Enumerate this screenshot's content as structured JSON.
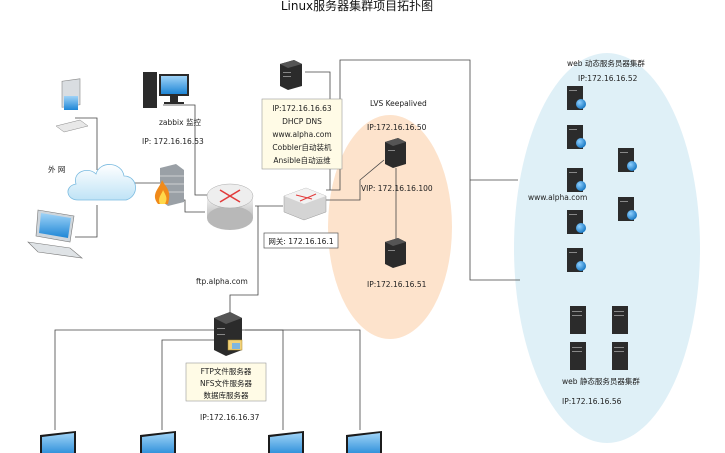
{
  "title": "Linux服务器集群项目拓扑图",
  "labels": {
    "internet": "外 网",
    "zabbix_name": "zabbix 监控",
    "zabbix_ip": "IP: 172.16.16.53",
    "infra_lines": [
      "IP:172.16.16.63",
      "DHCP DNS",
      "www.alpha.com",
      "Cobbler自动装机",
      "Ansible自动运维"
    ],
    "gateway": "网关: 172.16.16.1",
    "lvs_name": "LVS Keepalived",
    "lvs_ip1": "IP:172.16.16.50",
    "vip": "VIP: 172.16.16.100",
    "lvs_ip2": "IP:172.16.16.51",
    "ftp_domain": "ftp.alpha.com",
    "ftp_lines": [
      "FTP文件服务器",
      "NFS文件服务器",
      "数据库服务器"
    ],
    "ftp_ip": "IP:172.16.16.37",
    "web_dynamic_name": "web 动态服务员器集群",
    "web_dynamic_ip": "IP:172.16.16.52",
    "web_domain": "www.alpha.com",
    "web_static_name": "web 静态服务员器集群",
    "web_static_ip": "IP:172.16.16.56"
  },
  "colors": {
    "lvs_ellipse": "#fde3cc",
    "web_ellipse": "#dff0f7",
    "infra_box": "#fffbe6",
    "server": "#2b2b2b",
    "globe": "#2a8fd0",
    "monitor": "#1e86d6"
  },
  "icons": [
    "cloud-icon",
    "desktop-pc-icon",
    "laptop-icon",
    "firewall-icon",
    "router-icon",
    "switch-icon",
    "server-icon",
    "monitor-icon",
    "web-server-icon",
    "file-server-icon"
  ]
}
